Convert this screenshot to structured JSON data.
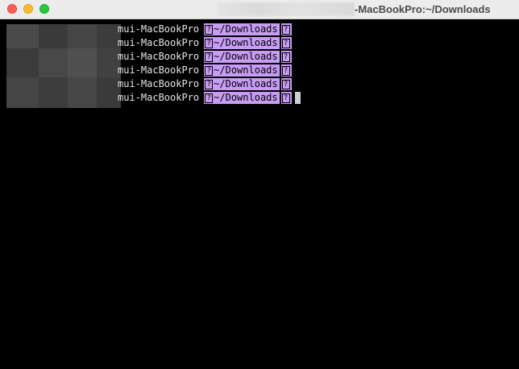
{
  "window": {
    "title": "-MacBookPro:~/Downloads"
  },
  "colors": {
    "background": "#000000",
    "prompt_path_bg": "#c79cf5",
    "text": "#e6e6e6"
  },
  "terminal": {
    "lines": [
      {
        "host": "mui-MacBookPro",
        "glyph": "?",
        "path": "~/Downloads",
        "end_glyph": "?"
      },
      {
        "host": "mui-MacBookPro",
        "glyph": "?",
        "path": "~/Downloads",
        "end_glyph": "?"
      },
      {
        "host": "mui-MacBookPro",
        "glyph": "?",
        "path": "~/Downloads",
        "end_glyph": "?"
      },
      {
        "host": "mui-MacBookPro",
        "glyph": "?",
        "path": "~/Downloads",
        "end_glyph": "?"
      },
      {
        "host": "mui-MacBookPro",
        "glyph": "?",
        "path": "~/Downloads",
        "end_glyph": "?"
      },
      {
        "host": "mui-MacBookPro",
        "glyph": "?",
        "path": "~/Downloads",
        "end_glyph": "?"
      }
    ]
  }
}
